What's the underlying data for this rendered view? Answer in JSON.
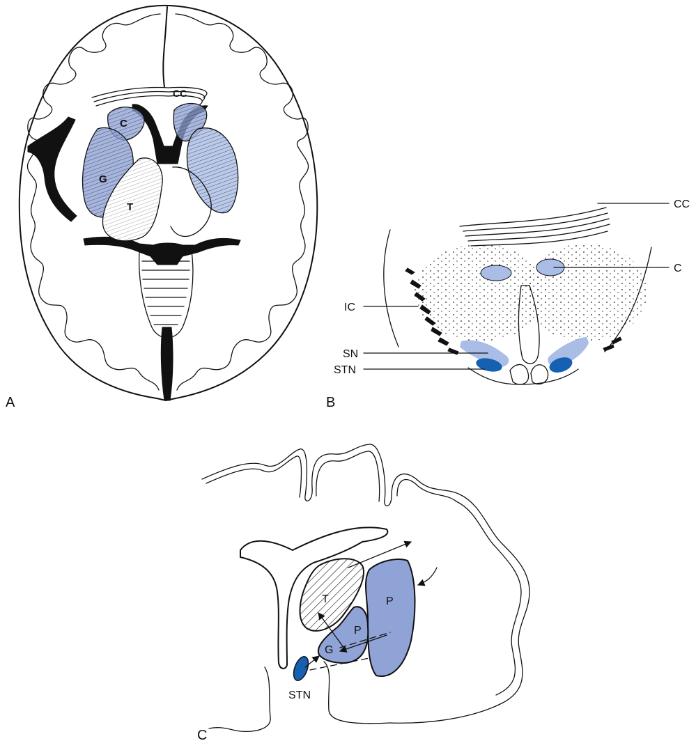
{
  "colors": {
    "nucleus_blue": "#8fa3d6",
    "light_blue": "#a9bde6",
    "dark_blue": "#1560b0",
    "ink": "#111111"
  },
  "panels": {
    "a": {
      "label": "A",
      "structures": [
        "CC",
        "C",
        "G",
        "T"
      ]
    },
    "b": {
      "label": "B",
      "callouts": [
        "CC",
        "C",
        "IC",
        "SN",
        "STN"
      ]
    },
    "c": {
      "label": "C",
      "structures": [
        "T",
        "P",
        "P",
        "G",
        "STN"
      ]
    }
  }
}
